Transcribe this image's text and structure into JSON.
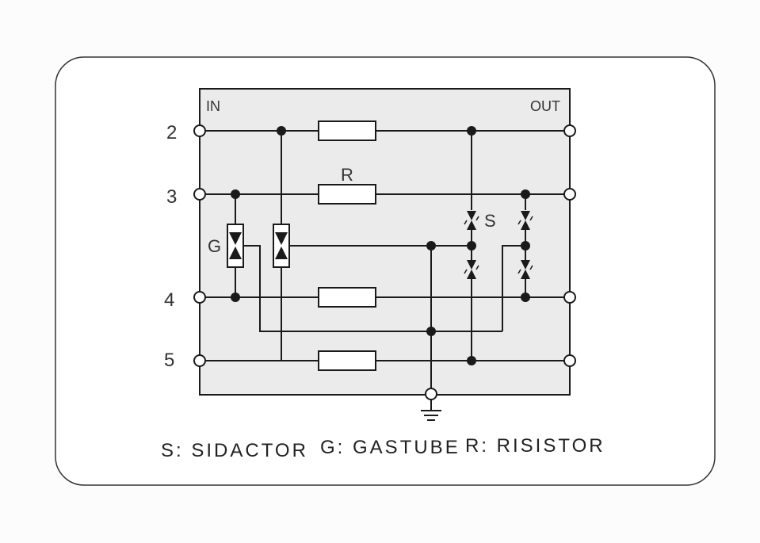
{
  "labels": {
    "in": "IN",
    "out": "OUT",
    "resistor": "R",
    "sidactor": "S",
    "gastube": "G"
  },
  "pins": [
    {
      "id": "2",
      "label": "2"
    },
    {
      "id": "3",
      "label": "3"
    },
    {
      "id": "4",
      "label": "4"
    },
    {
      "id": "5",
      "label": "5"
    }
  ],
  "legend": {
    "sidactor": "S: SIDACTOR",
    "gastube": "G: GASTUBE",
    "resistor": "R: RISISTOR"
  },
  "colors": {
    "background": "#fcfcfc",
    "card": "#ffffff",
    "module_fill": "#ebebeb",
    "line": "#1a1a1a"
  }
}
